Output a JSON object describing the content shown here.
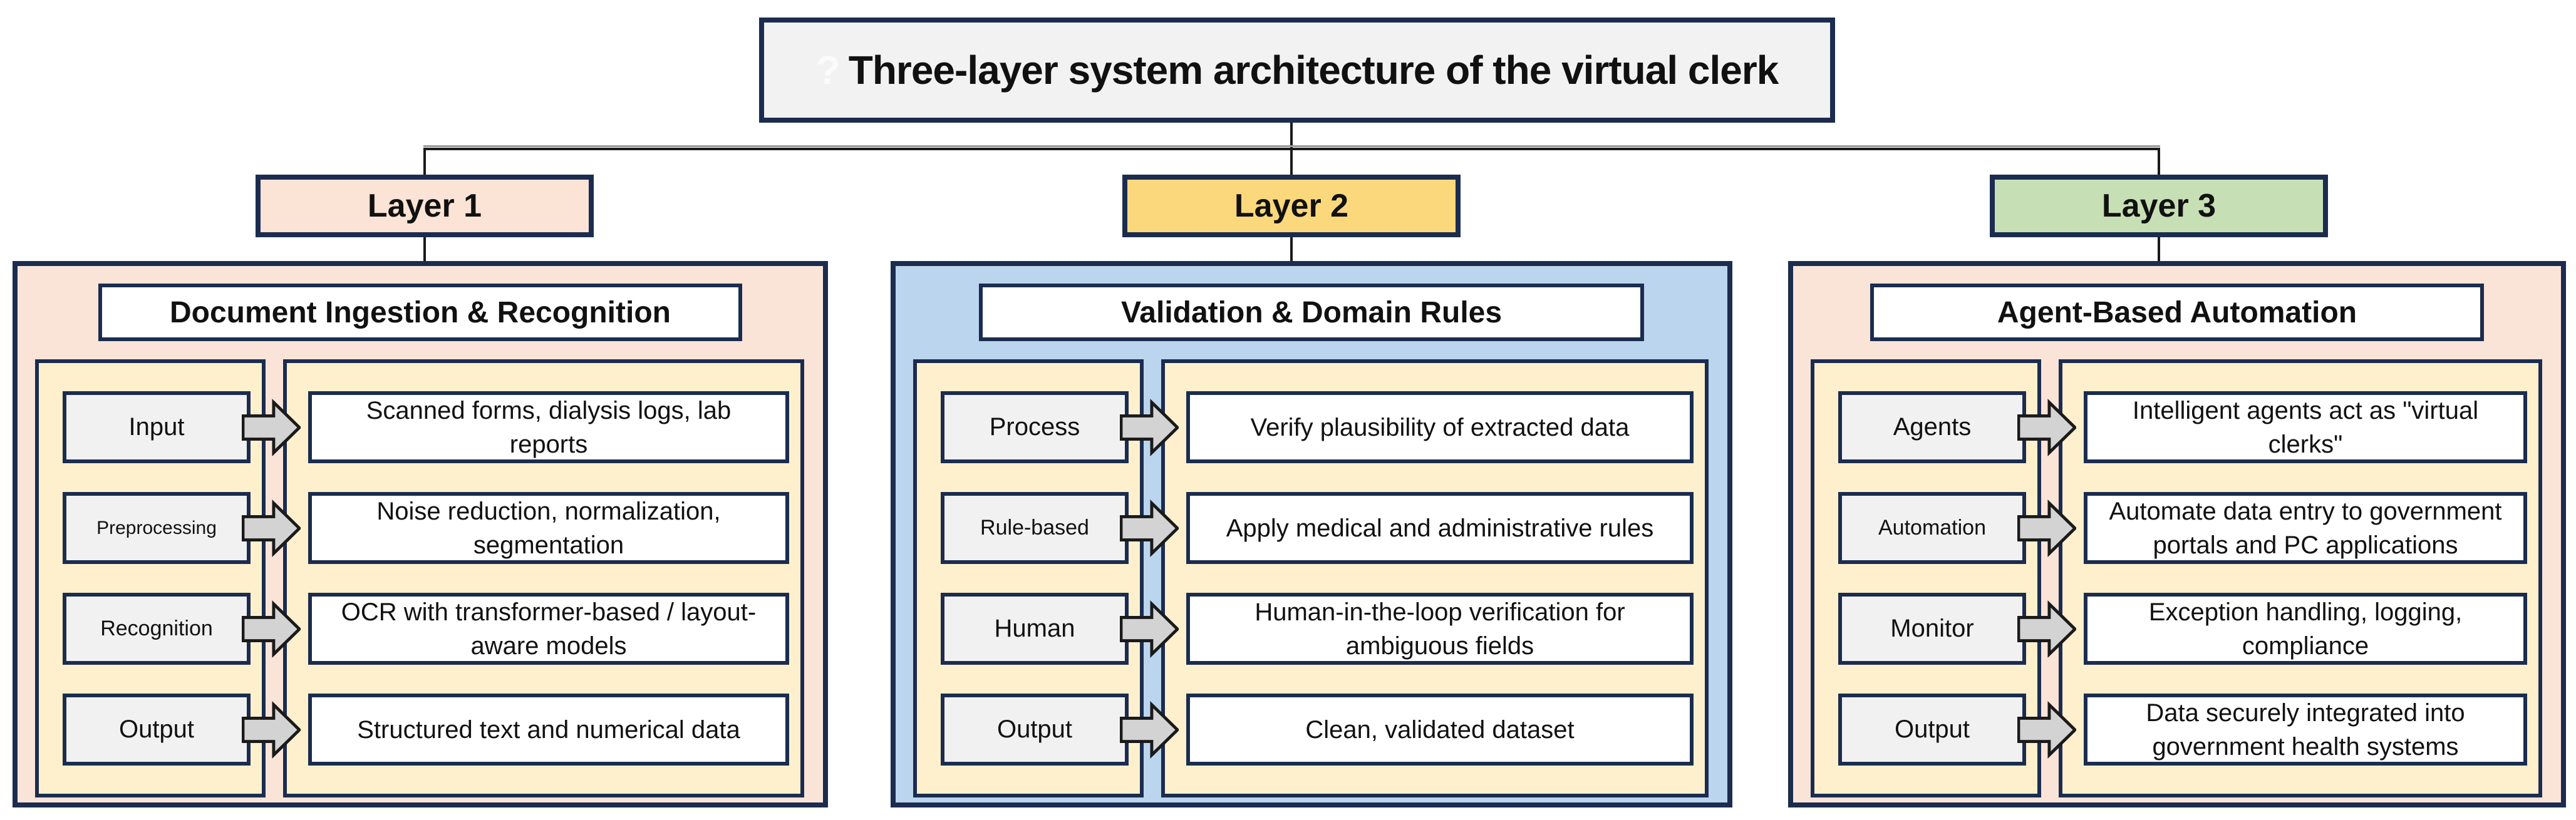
{
  "title": {
    "prefix": "?",
    "text": "Three-layer system architecture of the virtual clerk"
  },
  "colors": {
    "border_navy": "#1B2C4F",
    "title_bg": "#F2F2F2",
    "panel_peach": "#FAE4D8",
    "panel_blue": "#BCD5EE",
    "chip_peach": "#FBE3D6",
    "chip_gold": "#FBD87B",
    "chip_green": "#C7DFB4",
    "column_cream": "#FEF0CC",
    "label_gray": "#F1F1F2",
    "desc_white": "#FFFFFF",
    "arrow_gray": "#D3D3D3",
    "connector_black": "#1A1A1A"
  },
  "layers": [
    {
      "chip": "Layer 1",
      "chip_color": "#FBE3D6",
      "panel_color": "#FAE4D8",
      "heading": "Document Ingestion & Recognition",
      "rows": [
        {
          "label": "Input",
          "desc": "Scanned forms, dialysis logs, lab reports"
        },
        {
          "label": "Preprocessing",
          "desc": "Noise reduction, normalization, segmentation"
        },
        {
          "label": "Recognition",
          "desc": "OCR with transformer-based / layout-aware models"
        },
        {
          "label": "Output",
          "desc": "Structured text and numerical data"
        }
      ]
    },
    {
      "chip": "Layer 2",
      "chip_color": "#FBD87B",
      "panel_color": "#BCD5EE",
      "heading": "Validation & Domain Rules",
      "rows": [
        {
          "label": "Process",
          "desc": "Verify plausibility of extracted data"
        },
        {
          "label": "Rule-based",
          "desc": "Apply medical and administrative rules"
        },
        {
          "label": "Human",
          "desc": "Human-in-the-loop verification for ambiguous fields"
        },
        {
          "label": "Output",
          "desc": "Clean, validated dataset"
        }
      ]
    },
    {
      "chip": "Layer 3",
      "chip_color": "#C7DFB4",
      "panel_color": "#FAE4D8",
      "heading": "Agent-Based Automation",
      "rows": [
        {
          "label": "Agents",
          "desc": "Intelligent agents act as \"virtual clerks\""
        },
        {
          "label": "Automation",
          "desc": "Automate data entry to government portals and PC applications"
        },
        {
          "label": "Monitor",
          "desc": "Exception handling, logging, compliance"
        },
        {
          "label": "Output",
          "desc": "Data securely integrated into government health systems"
        }
      ]
    }
  ]
}
